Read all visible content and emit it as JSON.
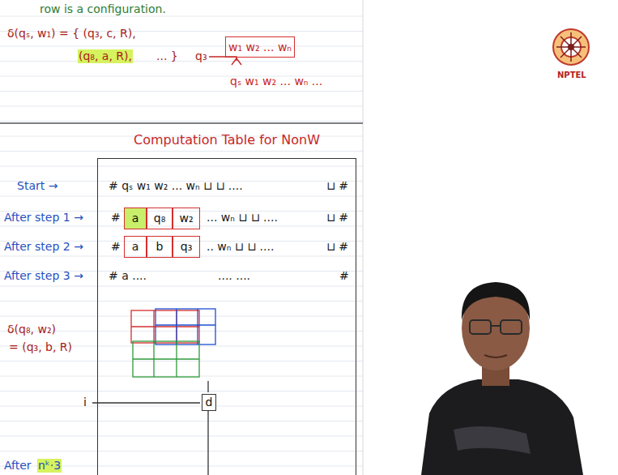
{
  "diagram": {
    "nodes": [
      {
        "text": [
          "w₁ w₂ ... wₙ"
        ]
      },
      {
        "text": [
          "Computation Table for NonW"
        ]
      },
      {
        "text": [
          "a"
        ],
        "in": 1
      },
      {
        "text": [
          "q₈"
        ],
        "in": 1
      },
      {
        "text": [
          "w₂"
        ],
        "in": 1
      },
      {
        "text": [
          "a"
        ],
        "in": 1
      },
      {
        "text": [
          "b"
        ],
        "in": 1
      },
      {
        "text": [
          "q₃"
        ],
        "in": 1
      },
      {
        "text": [
          "d"
        ],
        "in": 1
      }
    ],
    "labels": [
      "row is a configuration.",
      "δ(qₛ, w₁) = { (q₃, c, R),",
      "(q₈, a, R),",
      "... }",
      "q₃",
      "qₛ w₁ w₂ ... wₙ ...",
      "Start →",
      "After step 1 →",
      "After step 2 →",
      "After step 3 →",
      "# qₛ w₁ w₂ ... wₙ ⊔ ⊔ ....",
      "⊔ #",
      "#",
      "... wₙ ⊔ ⊔ ....",
      "⊔ #",
      "#",
      ".. wₙ ⊔ ⊔ ....",
      "⊔ #",
      "# a ....",
      ".... ....",
      "#",
      "δ(q₈, w₂)",
      "= (q₃, b, R)",
      "i",
      "After",
      "nᵏ·3",
      "NPTEL"
    ]
  }
}
